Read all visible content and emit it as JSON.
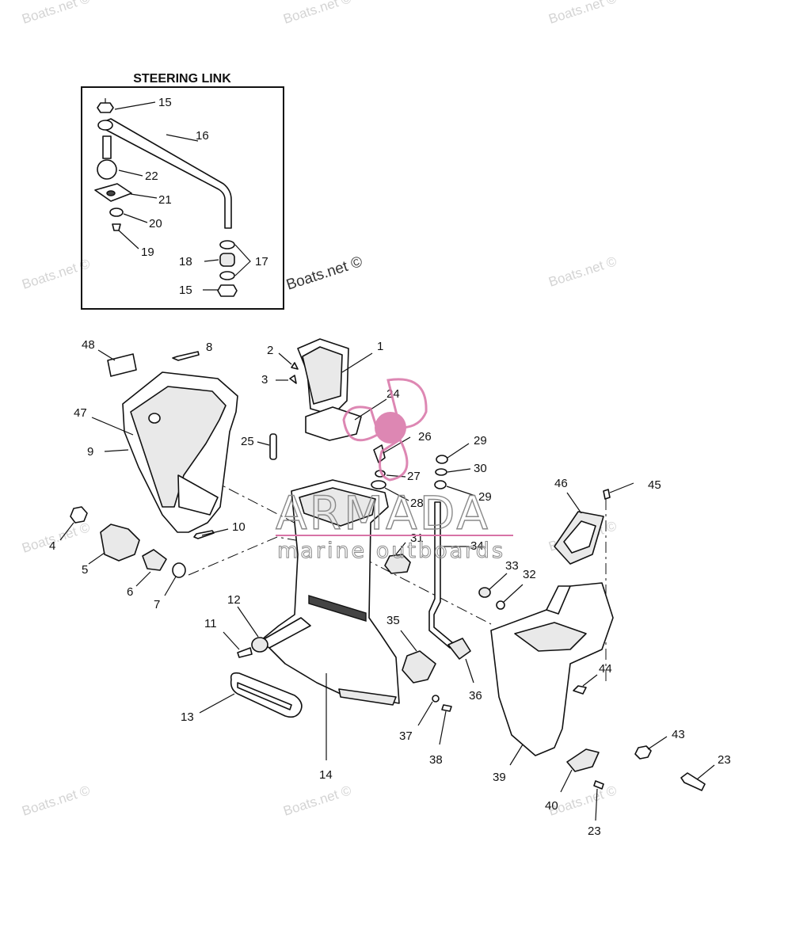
{
  "title": "STEERING LINK",
  "watermark": "Boats.net ©",
  "brand": {
    "name": "ARMADA",
    "tagline": "marine outboards",
    "accent_color": "#d873a6"
  },
  "callouts": {
    "c1": "1",
    "c2": "2",
    "c3": "3",
    "c4": "4",
    "c5": "5",
    "c6": "6",
    "c7": "7",
    "c8": "8",
    "c9": "9",
    "c10": "10",
    "c11": "11",
    "c12": "12",
    "c13": "13",
    "c14": "14",
    "c15a": "15",
    "c15b": "15",
    "c16": "16",
    "c17": "17",
    "c18": "18",
    "c19": "19",
    "c20": "20",
    "c21": "21",
    "c22": "22",
    "c23a": "23",
    "c23b": "23",
    "c24": "24",
    "c25": "25",
    "c26": "26",
    "c27": "27",
    "c28": "28",
    "c29a": "29",
    "c29b": "29",
    "c30": "30",
    "c31": "31",
    "c32": "32",
    "c33": "33",
    "c34": "34",
    "c35": "35",
    "c36": "36",
    "c37": "37",
    "c38": "38",
    "c39": "39",
    "c40": "40",
    "c43": "43",
    "c44": "44",
    "c45": "45",
    "c46": "46",
    "c47": "47",
    "c48": "48"
  }
}
